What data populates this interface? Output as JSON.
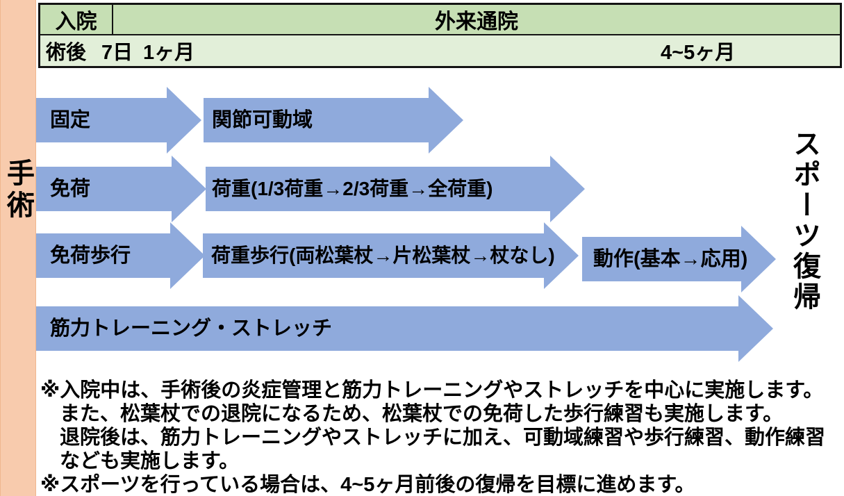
{
  "colors": {
    "bar_peach": "#F8CBAD",
    "header_green": "#C6DFB4",
    "subheader_green": "#E2EFD9",
    "arrow_blue": "#8FAADC",
    "ink": "#000000"
  },
  "surgery_bar": {
    "label": "手術"
  },
  "header": {
    "inpatient": "入院",
    "outpatient": "外来通院",
    "post_op": "術後",
    "day_7": "7日",
    "month_1": "1ヶ月",
    "month_4_5": "4~5ヶ月"
  },
  "arrows": [
    {
      "id": "fixation",
      "label": "固定"
    },
    {
      "id": "joint-rom",
      "label": "関節可動域"
    },
    {
      "id": "non-weight-bearing",
      "label": "免荷"
    },
    {
      "id": "weight-bearing",
      "label": "荷重(1/3荷重→2/3荷重→全荷重)"
    },
    {
      "id": "non-weight-bearing-walking",
      "label": "免荷歩行"
    },
    {
      "id": "weight-bearing-walking",
      "label": "荷重歩行(両松葉杖→片松葉杖→杖なし)"
    },
    {
      "id": "movement-training",
      "label": "動作(基本→応用)"
    },
    {
      "id": "strength-training",
      "label": "筋力トレーニング・ストレッチ"
    }
  ],
  "goal": {
    "label": "スポーツ復帰"
  },
  "notes": {
    "lines": [
      "※入院中は、手術後の炎症管理と筋力トレーニングやストレッチを中心に実施します。",
      "また、松葉杖での退院になるため、松葉杖での免荷した歩行練習も実施します。",
      "退院後は、筋力トレーニングやストレッチに加え、可動域練習や歩行練習、動作練習",
      "なども実施します。",
      "※スポーツを行っている場合は、4~5ヶ月前後の復帰を目標に進めます。"
    ]
  }
}
